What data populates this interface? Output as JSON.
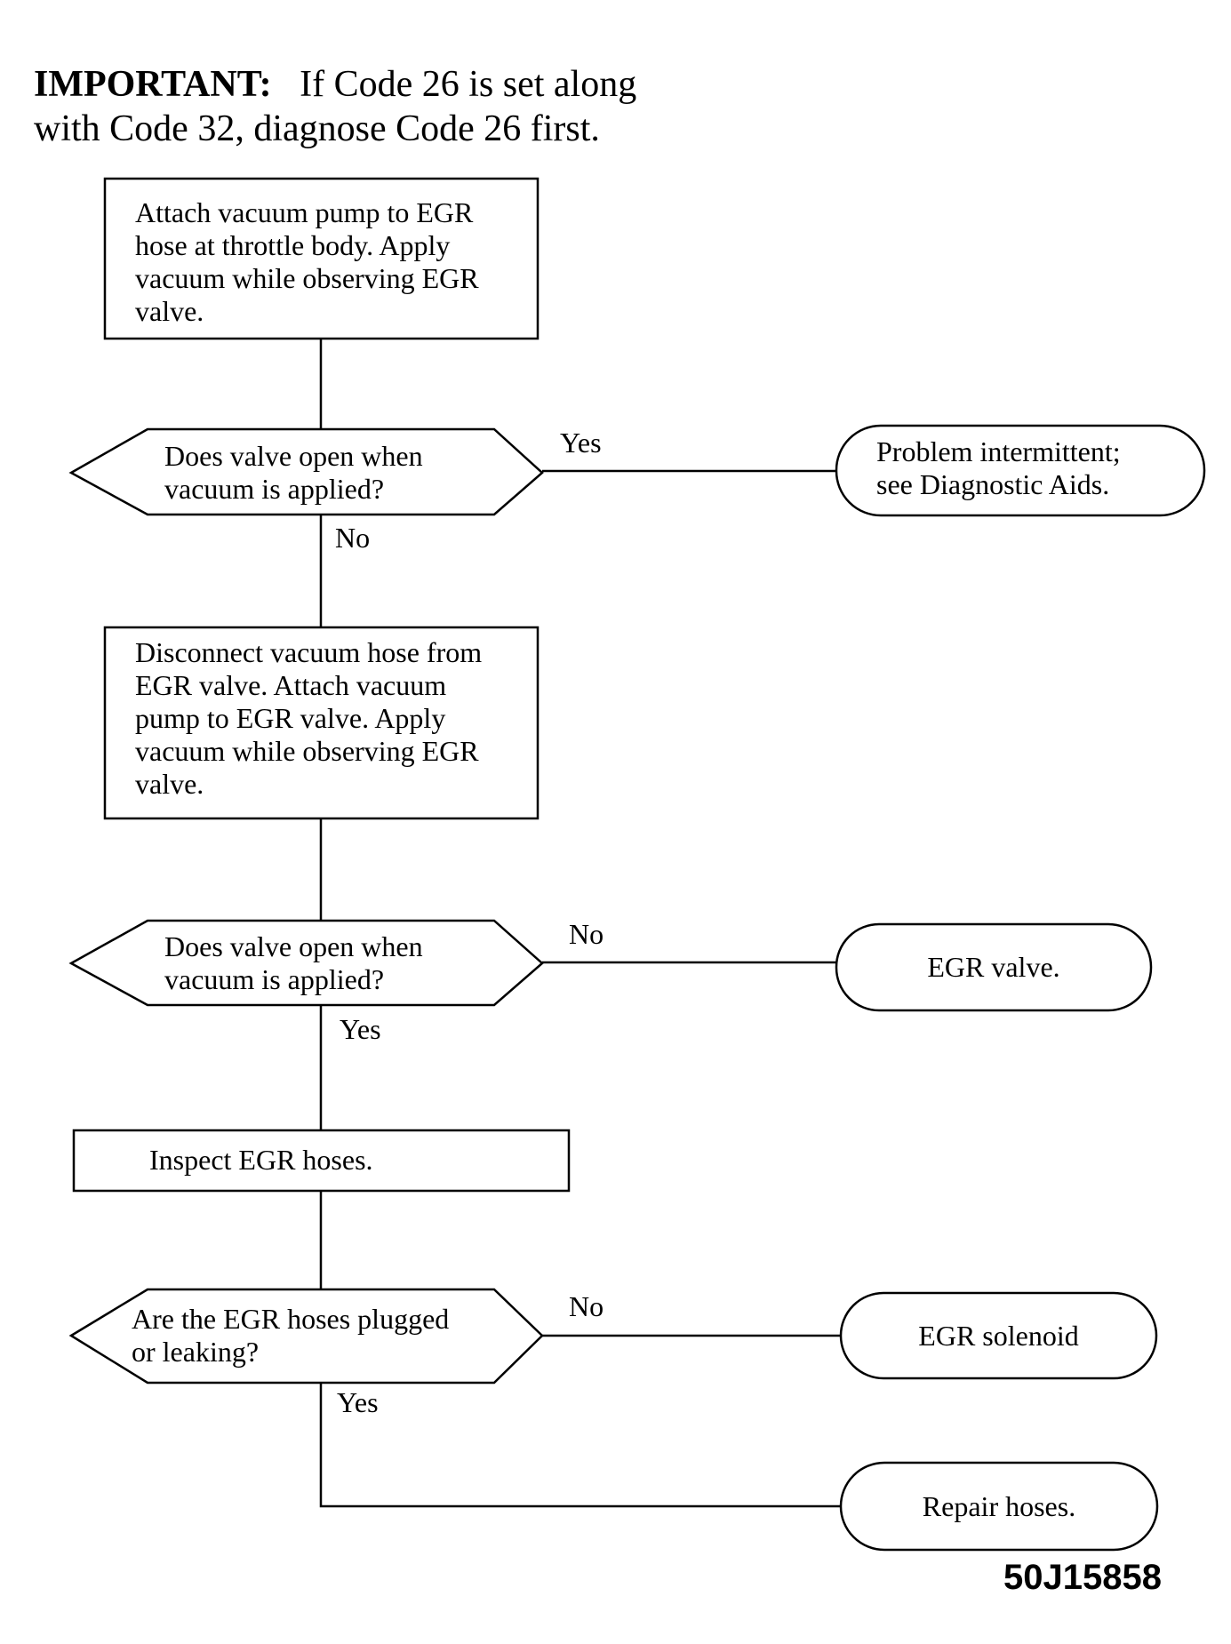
{
  "header": {
    "important_label": "IMPORTANT:",
    "important_text_1": "If Code 26 is set along",
    "important_text_2": "with Code 32, diagnose Code 26 first."
  },
  "steps": {
    "step1": [
      "Attach vacuum pump to EGR",
      "hose at throttle body. Apply",
      "vacuum while observing EGR",
      "valve."
    ],
    "decision1": [
      "Does valve open when",
      "vacuum is applied?"
    ],
    "step2": [
      "Disconnect vacuum hose from",
      "EGR valve. Attach vacuum",
      "pump to EGR valve. Apply",
      "vacuum while observing EGR",
      "valve."
    ],
    "decision2": [
      "Does valve open when",
      "vacuum is applied?"
    ],
    "step3": "Inspect EGR hoses.",
    "decision3": [
      "Are the EGR hoses plugged",
      "or leaking?"
    ]
  },
  "outcomes": {
    "o1": [
      "Problem intermittent;",
      "see Diagnostic Aids."
    ],
    "o2": "EGR valve.",
    "o3": "EGR solenoid",
    "o4": "Repair hoses."
  },
  "labels": {
    "d1_right": "Yes",
    "d1_down": "No",
    "d2_right": "No",
    "d2_down": "Yes",
    "d3_right": "No",
    "d3_down": "Yes"
  },
  "figure_id": "50J15858"
}
